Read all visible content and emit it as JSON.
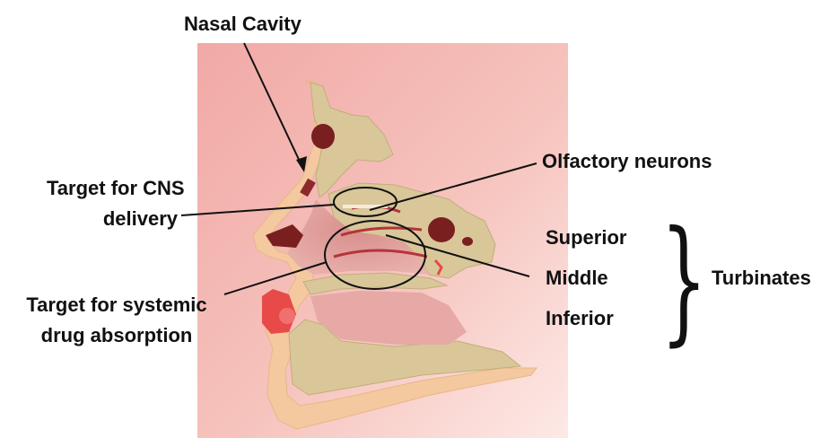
{
  "labels": {
    "nasal_cavity": "Nasal Cavity",
    "olfactory_neurons": "Olfactory neurons",
    "cns_target_line1": "Target for CNS",
    "cns_target_line2": "delivery",
    "systemic_target_line1": "Target for systemic",
    "systemic_target_line2": "drug absorption",
    "superior": "Superior",
    "middle": "Middle",
    "inferior": "Inferior",
    "turbinates": "Turbinates"
  },
  "colors": {
    "background_tissue": "#f3b6b0",
    "bone": "#d9c79a",
    "skin_outline": "#f4c9a0",
    "cavity": "#e0a29e",
    "dark_sinus": "#7a1f1f",
    "tongue": "#e84a4a",
    "line": "#111111"
  }
}
